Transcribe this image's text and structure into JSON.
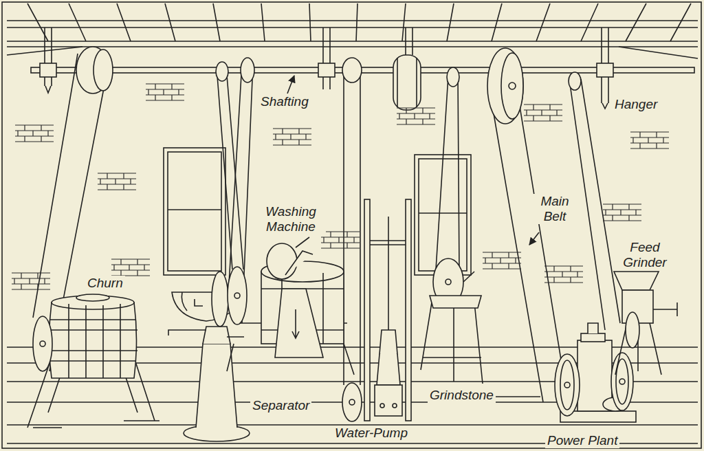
{
  "diagram": {
    "labels": [
      "Shafting",
      "Hanger",
      "Washing Machine",
      "Main Belt",
      "Feed Grinder",
      "Churn",
      "Separator",
      "Water-Pump",
      "Grindstone",
      "Power Plant"
    ]
  }
}
